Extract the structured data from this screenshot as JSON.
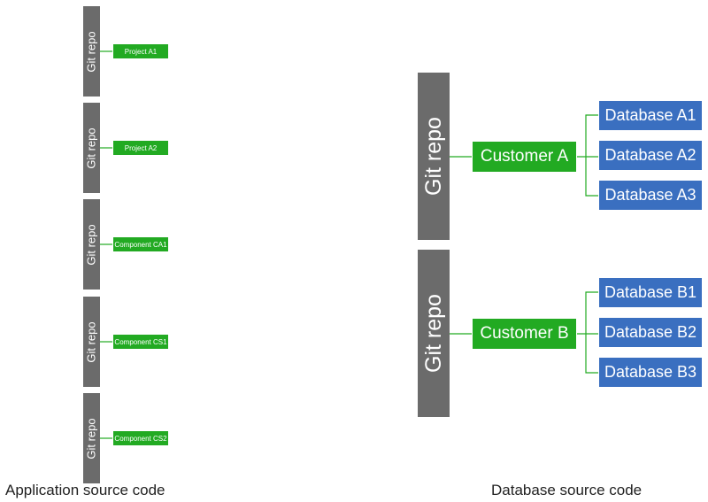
{
  "application": {
    "caption": "Application source code",
    "repos": [
      {
        "repo_label": "Git repo",
        "item": "Project A1"
      },
      {
        "repo_label": "Git repo",
        "item": "Project A2"
      },
      {
        "repo_label": "Git repo",
        "item": "Component CA1"
      },
      {
        "repo_label": "Git repo",
        "item": "Component CS1"
      },
      {
        "repo_label": "Git repo",
        "item": "Component CS2"
      }
    ]
  },
  "database": {
    "caption": "Database source code",
    "repos": [
      {
        "repo_label": "Git repo",
        "customer": "Customer A",
        "databases": [
          "Database A1",
          "Database A2",
          "Database A3"
        ]
      },
      {
        "repo_label": "Git repo",
        "customer": "Customer B",
        "databases": [
          "Database B1",
          "Database B2",
          "Database B3"
        ]
      }
    ]
  },
  "colors": {
    "repo": "#6b6b6b",
    "customer_node": "#22aa22",
    "database_node": "#3a6fc0",
    "connector": "#22aa22"
  }
}
